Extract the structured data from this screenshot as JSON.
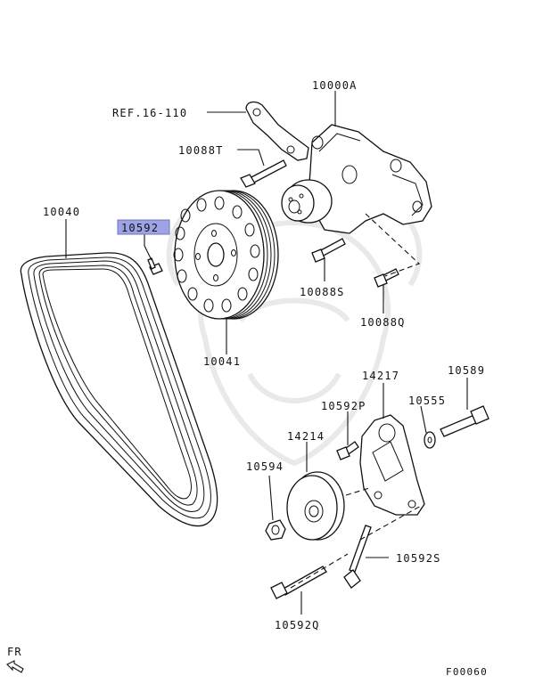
{
  "diagram": {
    "labels": {
      "p10000A": "10000A",
      "ref": "REF.16-110",
      "p10088T": "10088T",
      "p10040": "10040",
      "p10592": "10592",
      "p10088S": "10088S",
      "p10088Q": "10088Q",
      "p10041": "10041",
      "p14217": "14217",
      "p10589": "10589",
      "p10592P": "10592P",
      "p10555": "10555",
      "p14214": "14214",
      "p10594": "10594",
      "p10592S": "10592S",
      "p10592Q": "10592Q",
      "fr": "FR",
      "code": "F00060"
    },
    "highlight_color": "#9ea3e6",
    "highlight_border": "#6f74b8"
  }
}
